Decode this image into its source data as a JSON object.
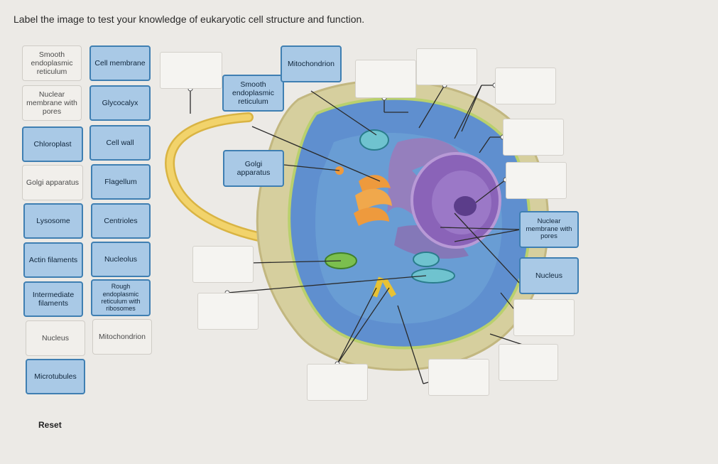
{
  "instructions": "Label the image to test your knowledge of eukaryotic cell structure and function.",
  "label_bank": {
    "col1": [
      {
        "text": "Smooth endoplasmic reticulum",
        "style": "pale"
      },
      {
        "text": "Nuclear membrane with pores",
        "style": "pale"
      },
      {
        "text": "Chloroplast",
        "style": "blue"
      },
      {
        "text": "Golgi apparatus",
        "style": "pale"
      },
      {
        "text": "Lysosome",
        "style": "blue"
      },
      {
        "text": "Actin filaments",
        "style": "blue"
      },
      {
        "text": "Intermediate filaments",
        "style": "blue"
      },
      {
        "text": "Nucleus",
        "style": "pale"
      },
      {
        "text": "Microtubules",
        "style": "blue"
      }
    ],
    "col2": [
      {
        "text": "Cell membrane",
        "style": "blue"
      },
      {
        "text": "Glycocalyx",
        "style": "blue"
      },
      {
        "text": "Cell wall",
        "style": "blue"
      },
      {
        "text": "Flagellum",
        "style": "blue"
      },
      {
        "text": "Centrioles",
        "style": "blue"
      },
      {
        "text": "Nucleolus",
        "style": "blue"
      },
      {
        "text": "Rough endoplasmic reticulum with ribosomes",
        "style": "blue"
      },
      {
        "text": "Mitochondrion",
        "style": "pale"
      }
    ]
  },
  "placed_labels": {
    "smooth_er": "Smooth endoplasmic reticulum",
    "golgi": "Golgi apparatus",
    "mitochondrion": "Mitochondrion",
    "nuclear_membrane": "Nuclear membrane with pores",
    "nucleus": "Nucleus"
  },
  "reset_label": "Reset",
  "colors": {
    "accent_border": "#3f7fb2",
    "accent_fill": "#a9c9e6",
    "background": "#eceae6"
  }
}
